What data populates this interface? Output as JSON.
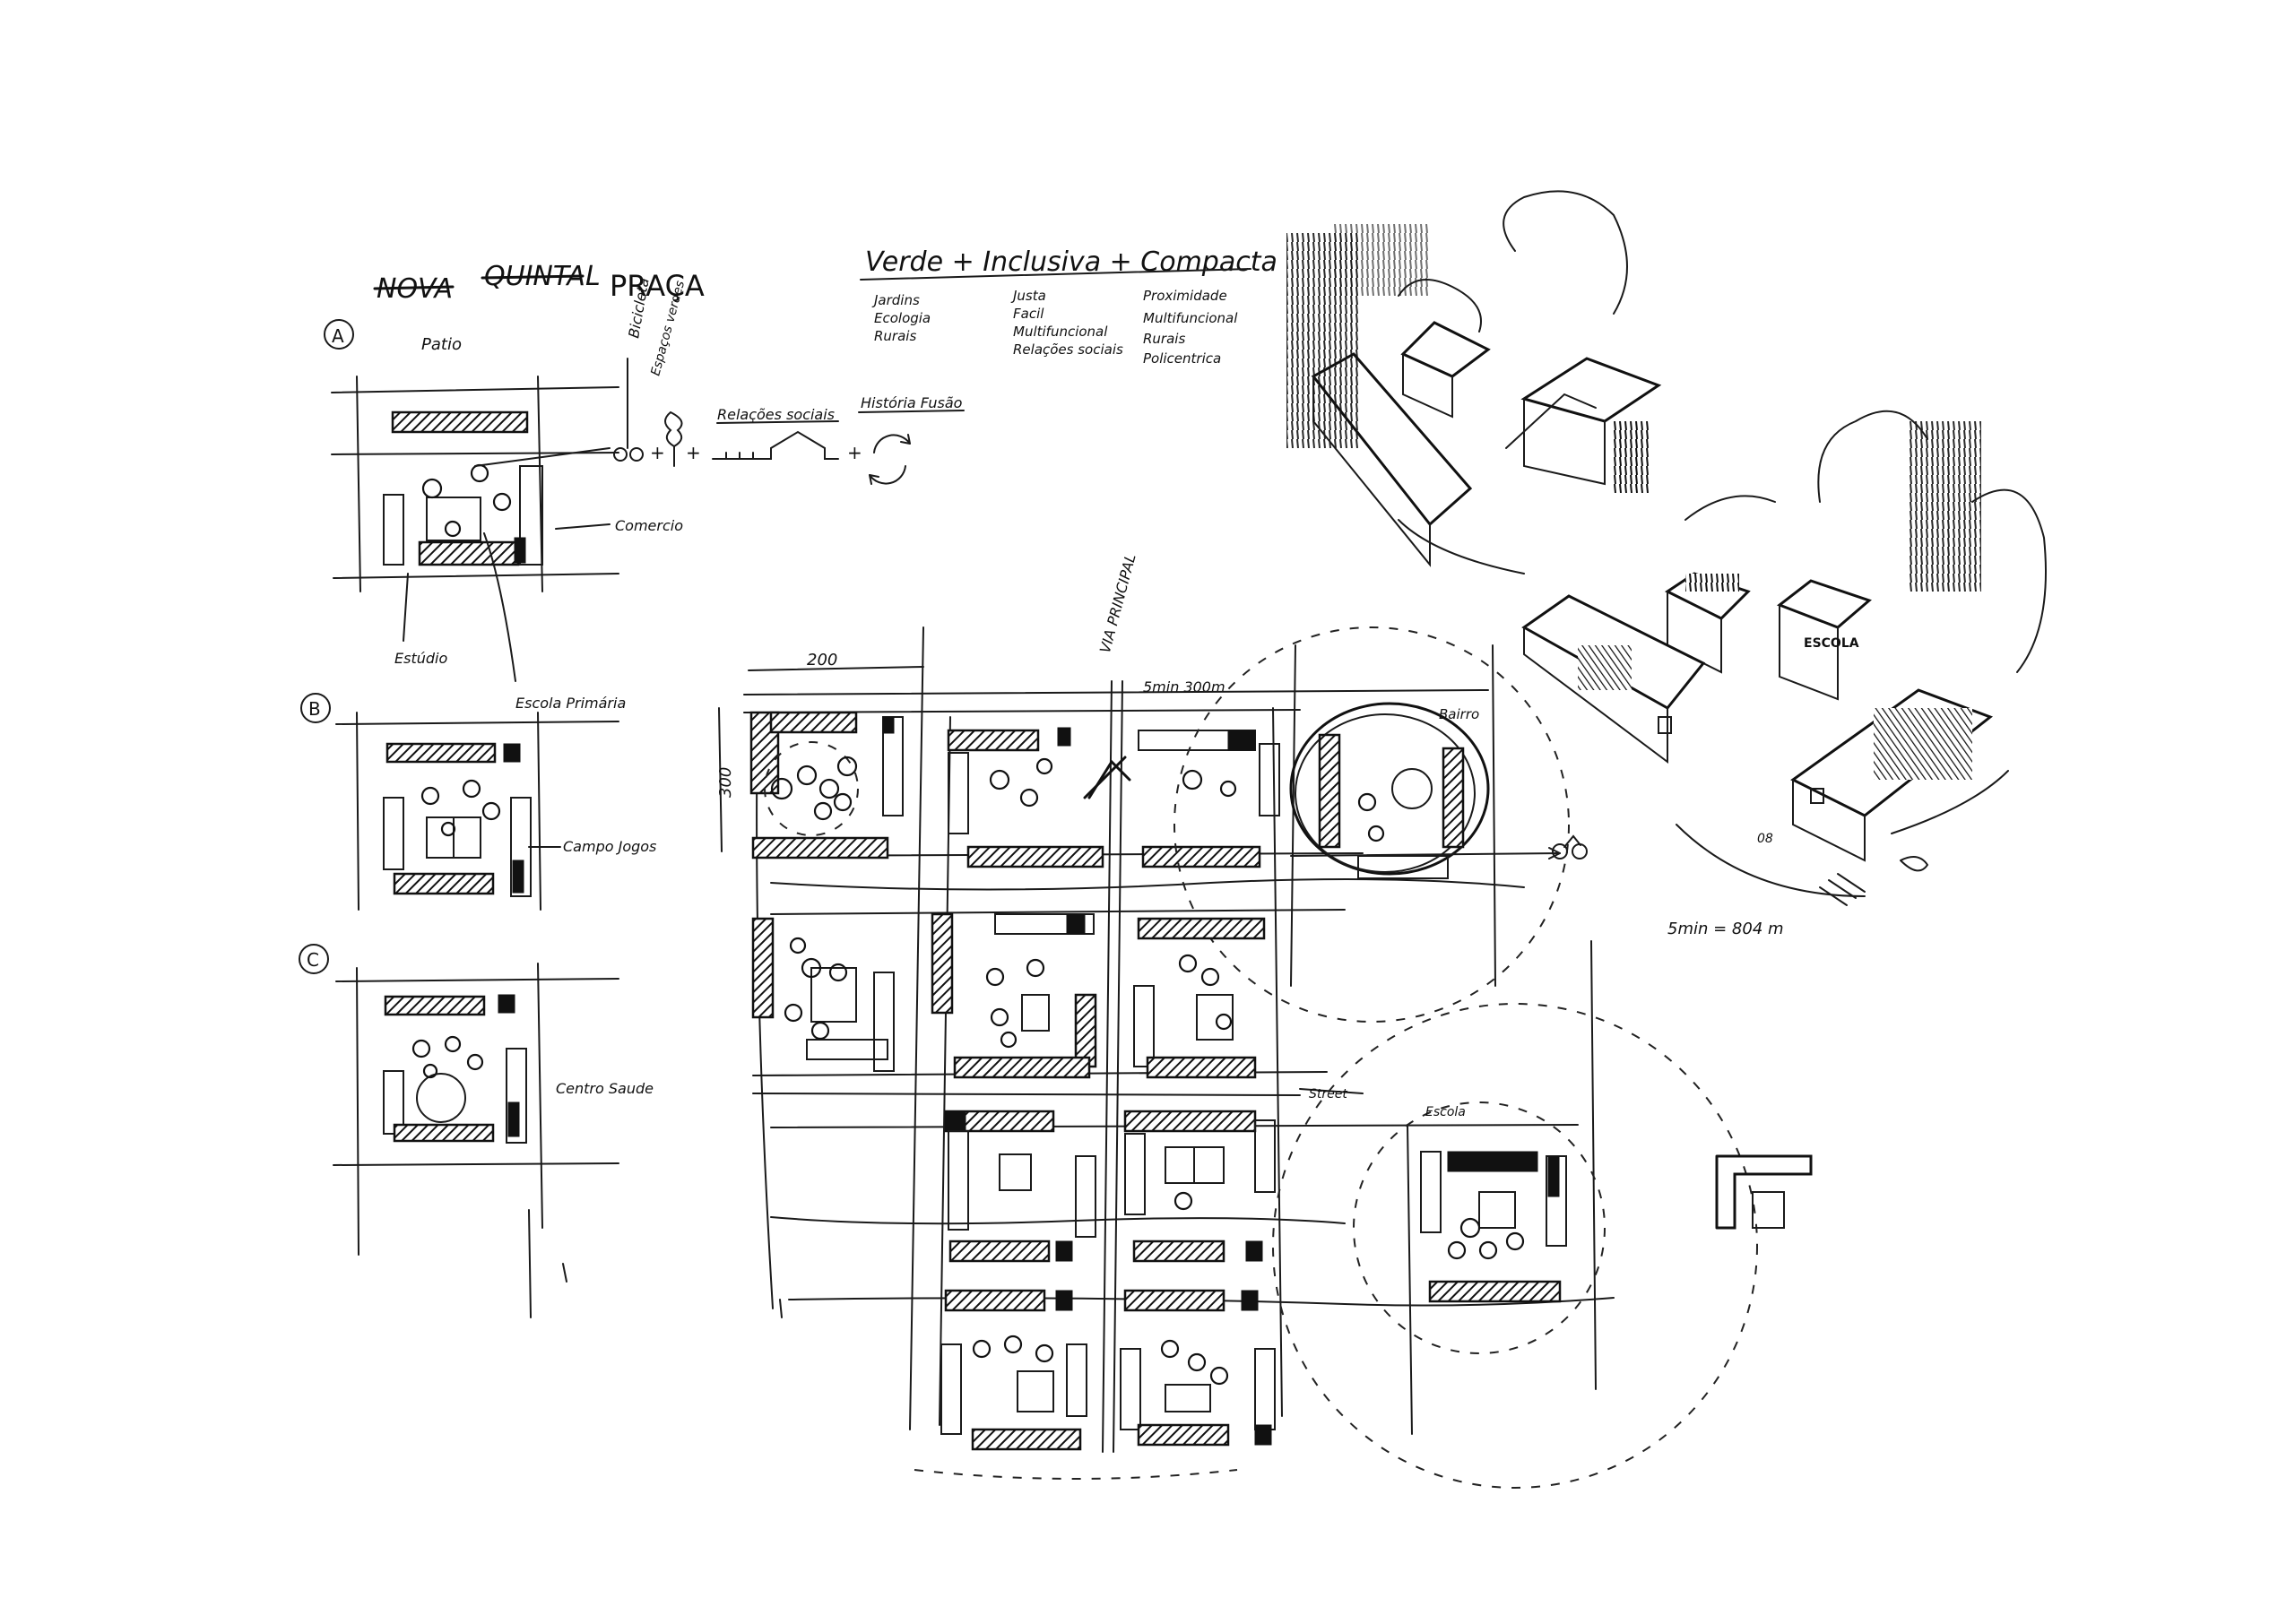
{
  "diagrams": {
    "A": {
      "marker": "A",
      "title_struck": "NOVA",
      "title_struck2": "QUINTAL",
      "title": "PRAÇA",
      "label_patio": "Patio",
      "label_bicicleta": "Bicicleta",
      "label_espacos": "Espaços verdes",
      "label_relacoes": "Relações sociais",
      "label_historia": "História Fusão",
      "label_comercio": "Comercio",
      "label_estudio": "Estúdio"
    },
    "B": {
      "marker": "B",
      "label_escola": "Escola Primária",
      "label_campo": "Campo Jogos"
    },
    "C": {
      "marker": "C",
      "label_centro": "Centro Saude"
    }
  },
  "concept": {
    "heading": "Verde + Inclusiva + Compacta",
    "col1": [
      "Jardins",
      "Ecologia",
      "Rurais"
    ],
    "col2": [
      "Justa",
      "Facil",
      "Multifuncional",
      "Relações sociais"
    ],
    "col3": [
      "Proximidade",
      "Multifuncional",
      "Rurais",
      "Policentrica"
    ]
  },
  "masterplan": {
    "label_via": "VIA PRINCIPAL",
    "dim_200": "200",
    "dim_300": "300",
    "label_5min_300": "5min 300m",
    "label_bairro": "Bairro",
    "label_5min_804": "5min = 804 m",
    "label_street": "Street",
    "label_school": "Escola"
  },
  "perspective": {
    "label_escola": "ESCOLA",
    "label_08": "08"
  }
}
